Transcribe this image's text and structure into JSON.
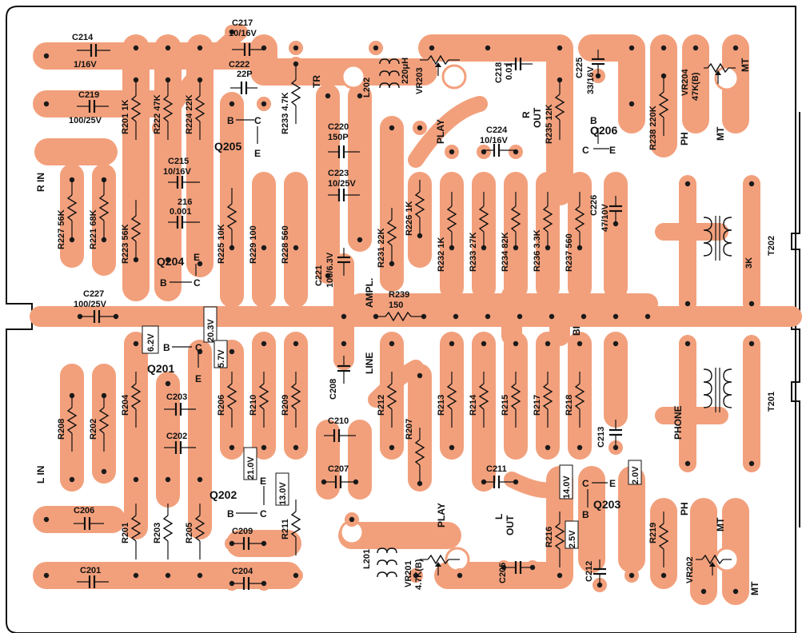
{
  "board": {
    "copper_color": "#f2a07c",
    "border_color": "#111111"
  },
  "connectors": {
    "r_in": "R IN",
    "l_in": "L IN",
    "bi": "BI",
    "line": "LINE",
    "ampl": "AMPL.",
    "tr": "TR"
  },
  "resistors": {
    "R201": "R201",
    "R202": "R202",
    "R203": "R203",
    "R204": "R204",
    "R205": "R205",
    "R206": "R206",
    "R207": "R207",
    "R208": "R208",
    "R209": "R209",
    "R210": "R210",
    "R211": "R211",
    "R212": "R212",
    "R213": "R213",
    "R214": "R214",
    "R215": "R215",
    "R216": "R216",
    "R217": "R217",
    "R218": "R218",
    "R219": "R219",
    "R221": "R221 68K",
    "R222": "R222 47K",
    "R223": "R223 56K",
    "R224": "R224 22K",
    "R225": "R225 10K",
    "R226": "R226 1K",
    "R227": "R227 56K",
    "R228": "R228 560",
    "R229": "R229 100",
    "R231": "R231 22K",
    "R232": "R232 1K",
    "R233": "R233 27K",
    "R233b": "R233 4.7K",
    "R234": "R234 82K",
    "R235": "R235 12K",
    "R236": "R236 3.3K",
    "R237": "R237 560",
    "R238": "R238 220K",
    "R201a": "R201 1K",
    "R239": "R239",
    "R239v": "150"
  },
  "capacitors": {
    "C201": "C201",
    "C202": "C202",
    "C203": "C203",
    "C204": "C204",
    "C205": "C205",
    "C206": "C206",
    "C207": "C207",
    "C208": "C208",
    "C209": "C209",
    "C210": "C210",
    "C211": "C211",
    "C212": "C212",
    "C213": "C213",
    "C214": "C214",
    "C214v": "1/16V",
    "C215": "C215",
    "C215v": "10/16V",
    "C216": "216",
    "C216v": "0.001",
    "C217": "C217",
    "C217v": "10/16V",
    "C218": "C218",
    "C218v": "0.01",
    "C219": "C219",
    "C219v": "100/25V",
    "C220": "C220",
    "C220v": "150P",
    "C221": "C221",
    "C221v": "100/6.3V",
    "C222": "C222",
    "C222v": "22P",
    "C223": "C223",
    "C223v": "10/25V",
    "C224": "C224",
    "C224v": "10/16V",
    "C225": "C225",
    "C225v": "33/16V",
    "C226": "C226",
    "C226v": "47/10V",
    "C227": "C227",
    "C227v": "100/25V"
  },
  "transistors": {
    "Q201": "Q201",
    "Q202": "Q202",
    "Q203": "Q203",
    "Q204": "Q204",
    "Q205": "Q205",
    "Q206": "Q206",
    "B": "B",
    "C": "C",
    "E": "E"
  },
  "voltages": {
    "v62": "6.2V",
    "v203": "20.3V",
    "v57": "5.7V",
    "v210": "21.0V",
    "v130": "13.0V",
    "v140": "14.0V",
    "v25": "2.5V",
    "v20": "2.0V"
  },
  "coils": {
    "L201": "L201",
    "L202": "L202",
    "L202v": "220μH"
  },
  "pots": {
    "VR201": "VR201",
    "VR201v": "4.7K(B)",
    "VR202": "VR202",
    "VR203": "VR203",
    "VR204": "VR204",
    "VR204v": "47K(B)"
  },
  "transformers": {
    "T201": "T201",
    "T202": "T202",
    "T202v": "3K"
  },
  "labels": {
    "play": "PLAY",
    "out": "OUT",
    "r": "R",
    "l": "L",
    "ph": "PH",
    "mt": "MT",
    "phone": "PHONE"
  }
}
